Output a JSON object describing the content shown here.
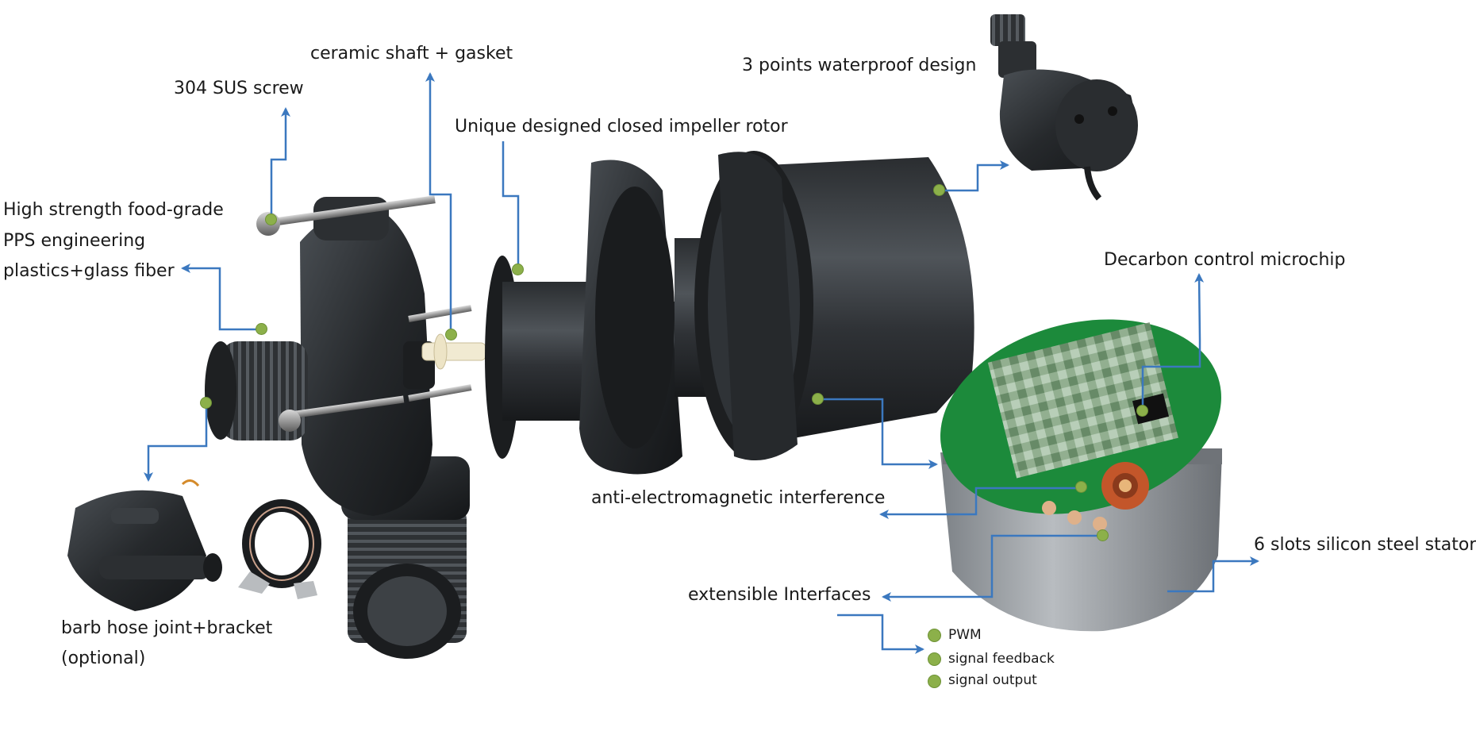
{
  "labels": {
    "screw": "304 SUS screw",
    "ceramic_shaft": "ceramic shaft + gasket",
    "impeller": "Unique designed closed impeller rotor",
    "waterproof": "3 points waterproof design",
    "pps_line1": "High strength food-grade",
    "pps_line2": "PPS engineering",
    "pps_line3": "plastics+glass fiber",
    "microchip": "Decarbon control microchip",
    "emi": "anti-electromagnetic interference",
    "stator": "6 slots silicon steel stator",
    "interfaces": "extensible Interfaces",
    "barb_line1": "barb hose joint+bracket",
    "barb_line2": "(optional)"
  },
  "interfaces_list": [
    "PWM",
    "signal feedback",
    "signal output"
  ],
  "colors": {
    "arrow": "#3b78bf",
    "dot": "#8cb04a",
    "part_dark": "#2b2e31",
    "pcb": "#1f8a3c",
    "stator": "#9a9ea3",
    "coil": "#c3562a"
  }
}
